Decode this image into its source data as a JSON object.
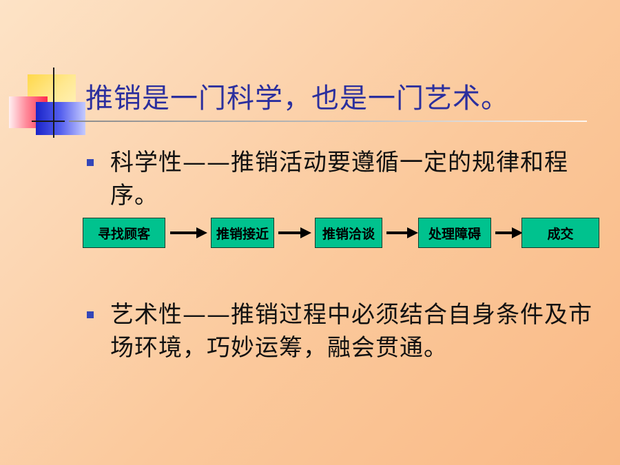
{
  "slide": {
    "title": "推销是一门科学，也是一门艺术。",
    "bullets": [
      {
        "text": "科学性——推销活动要遵循一定的规律和程序。"
      },
      {
        "text": "艺术性——推销过程中必须结合自身条件及市场环境，巧妙运筹，融会贯通。"
      }
    ],
    "flow": {
      "steps": [
        "寻找顾客",
        "推销接近",
        "推销洽谈",
        "处理障碍",
        "成交"
      ]
    }
  },
  "colors": {
    "title": "#2b2f9e",
    "bullet_marker": "#3346b8",
    "flow_box": "#00c28e"
  }
}
